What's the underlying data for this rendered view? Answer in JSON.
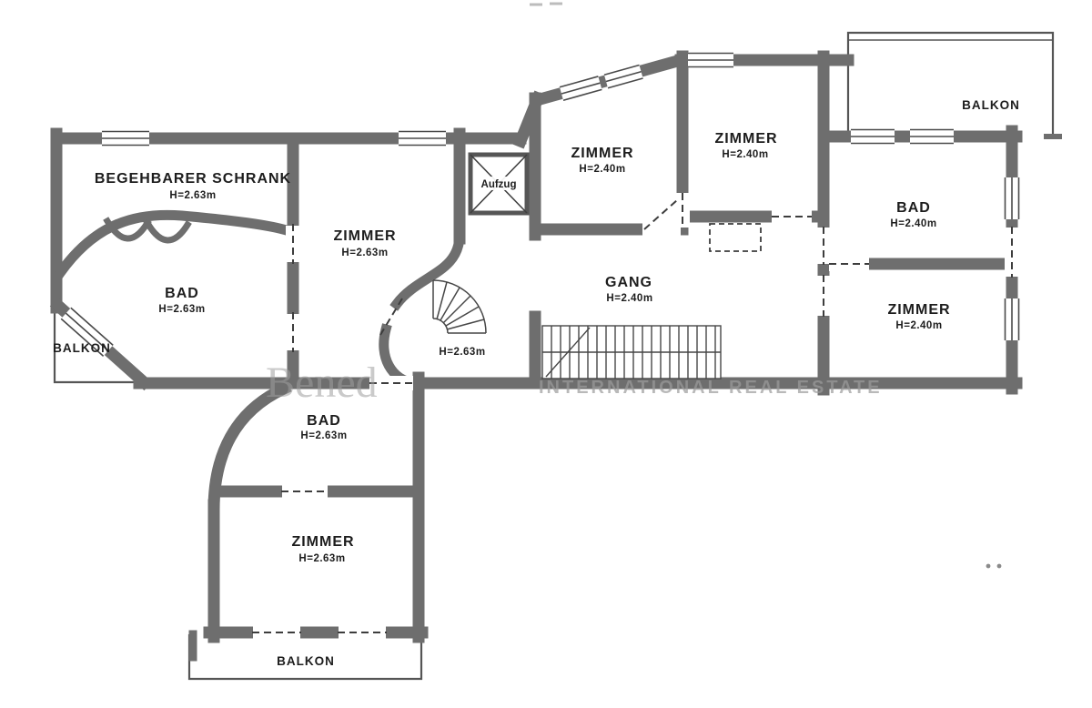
{
  "document": {
    "type": "scanned-floor-plan",
    "language": "de"
  },
  "watermark": {
    "brand": "Bened",
    "tagline": "INTERNATIONAL REAL ESTATE"
  },
  "labels": {
    "schrank": {
      "name": "BEGEHBARER SCHRANK",
      "height": "H=2.63m"
    },
    "bad_left": {
      "name": "BAD",
      "height": "H=2.63m"
    },
    "balkon_left": {
      "name": "BALKON"
    },
    "zimmer_left": {
      "name": "ZIMMER",
      "height": "H=2.63m"
    },
    "aufzug": {
      "name": "Aufzug"
    },
    "zimmer_top1": {
      "name": "ZIMMER",
      "height": "H=2.40m"
    },
    "zimmer_top2": {
      "name": "ZIMMER",
      "height": "H=2.40m"
    },
    "gang": {
      "name": "GANG",
      "height": "H=2.40m"
    },
    "stair_lobby": {
      "height": "H=2.63m"
    },
    "bad_right": {
      "name": "BAD",
      "height": "H=2.40m"
    },
    "zimmer_right": {
      "name": "ZIMMER",
      "height": "H=2.40m"
    },
    "balkon_top_right": {
      "name": "BALKON"
    },
    "bad_lower": {
      "name": "BAD",
      "height": "H=2.63m"
    },
    "zimmer_bottom": {
      "name": "ZIMMER",
      "height": "H=2.63m"
    },
    "balkon_bottom": {
      "name": "BALKON"
    }
  },
  "colors": {
    "wall": "#6e6e6e",
    "thin_line": "#454545",
    "text": "#1d1d1d",
    "watermark": "#9f9f9f",
    "background": "#ffffff"
  }
}
